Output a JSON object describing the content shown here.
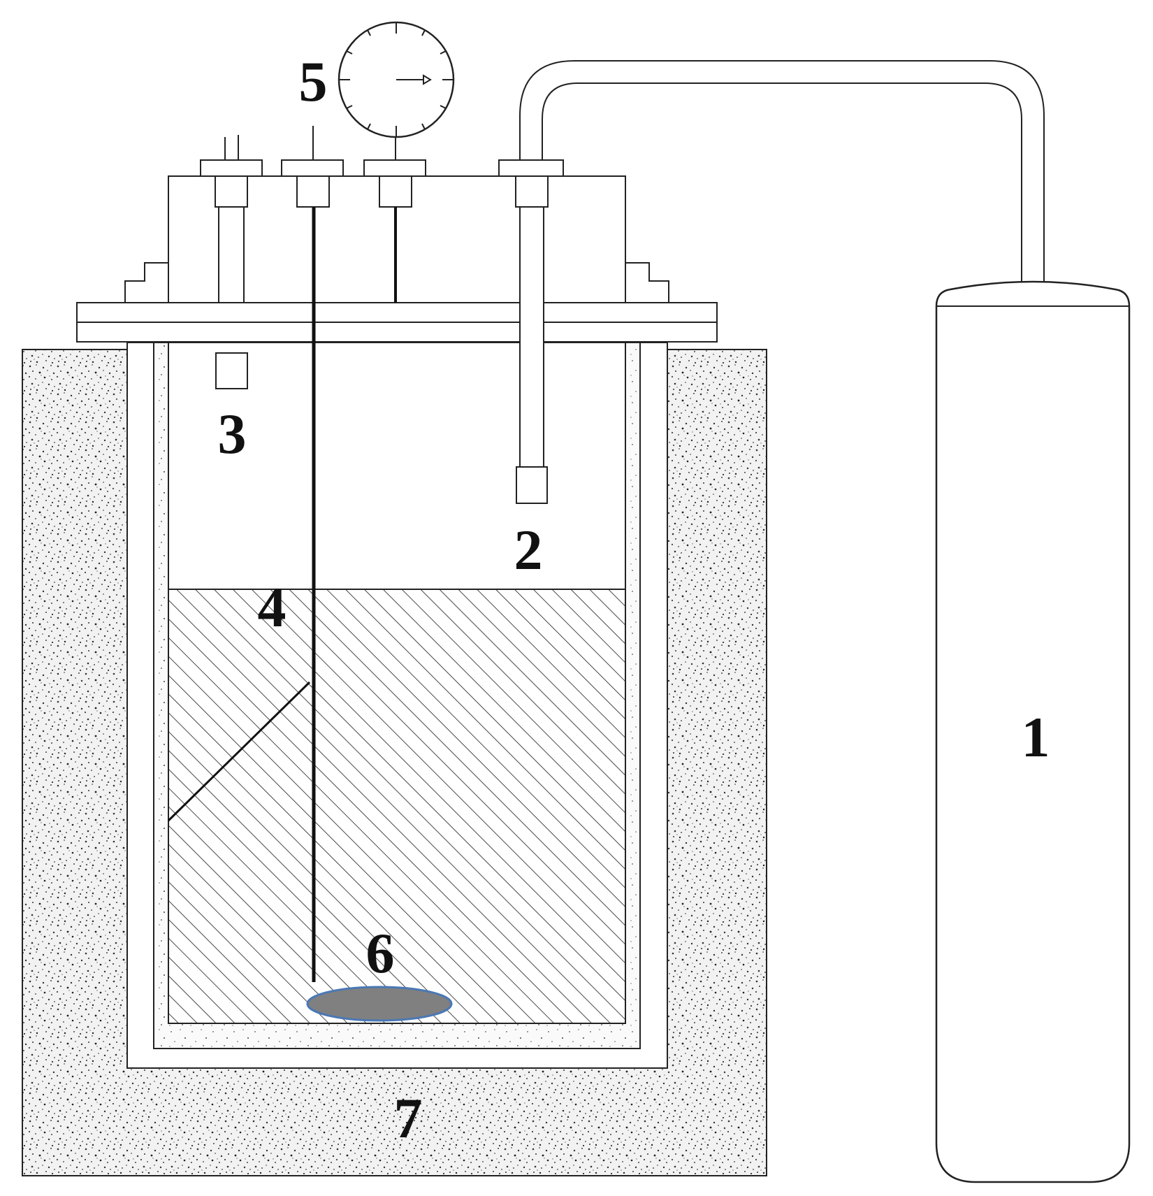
{
  "labels": {
    "gas_cylinder": "1",
    "gas_inlet": "2",
    "gas_outlet": "3",
    "thermocouple": "4",
    "pressure_gauge": "5",
    "sample": "6",
    "furnace": "7"
  },
  "colors": {
    "line": "#222222",
    "speckle_bg": "#f2f2f2",
    "speckle_dot": "#333333",
    "hatch": "#333333",
    "sample_fill": "#808080",
    "sample_stroke": "#4a78b5"
  }
}
